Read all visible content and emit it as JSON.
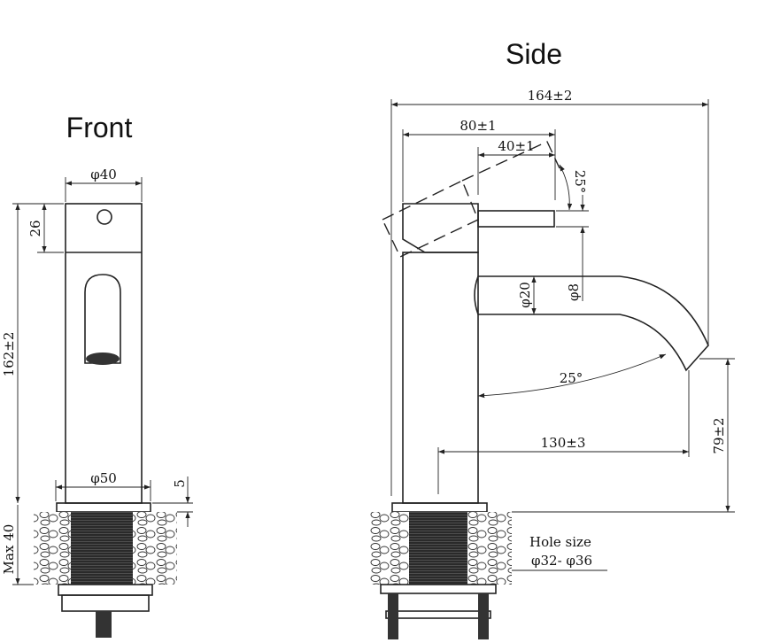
{
  "front": {
    "title": "Front",
    "dims": {
      "top_diameter": "φ40",
      "cap_height": "26",
      "total_height": "162±2",
      "base_diameter": "φ50",
      "base_thickness": "5",
      "max_deck": "Max 40"
    }
  },
  "side": {
    "title": "Side",
    "dims": {
      "total_length": "164±2",
      "lever_length": "80±1",
      "handle_length": "40±1",
      "lever_angle": "25°",
      "spout_diameter": "φ20",
      "handle_diameter": "φ8",
      "spout_angle": "25°",
      "reach": "130±3",
      "spout_height": "79±2"
    },
    "hole_size_label": "Hole size",
    "hole_size_value": "φ32- φ36"
  }
}
